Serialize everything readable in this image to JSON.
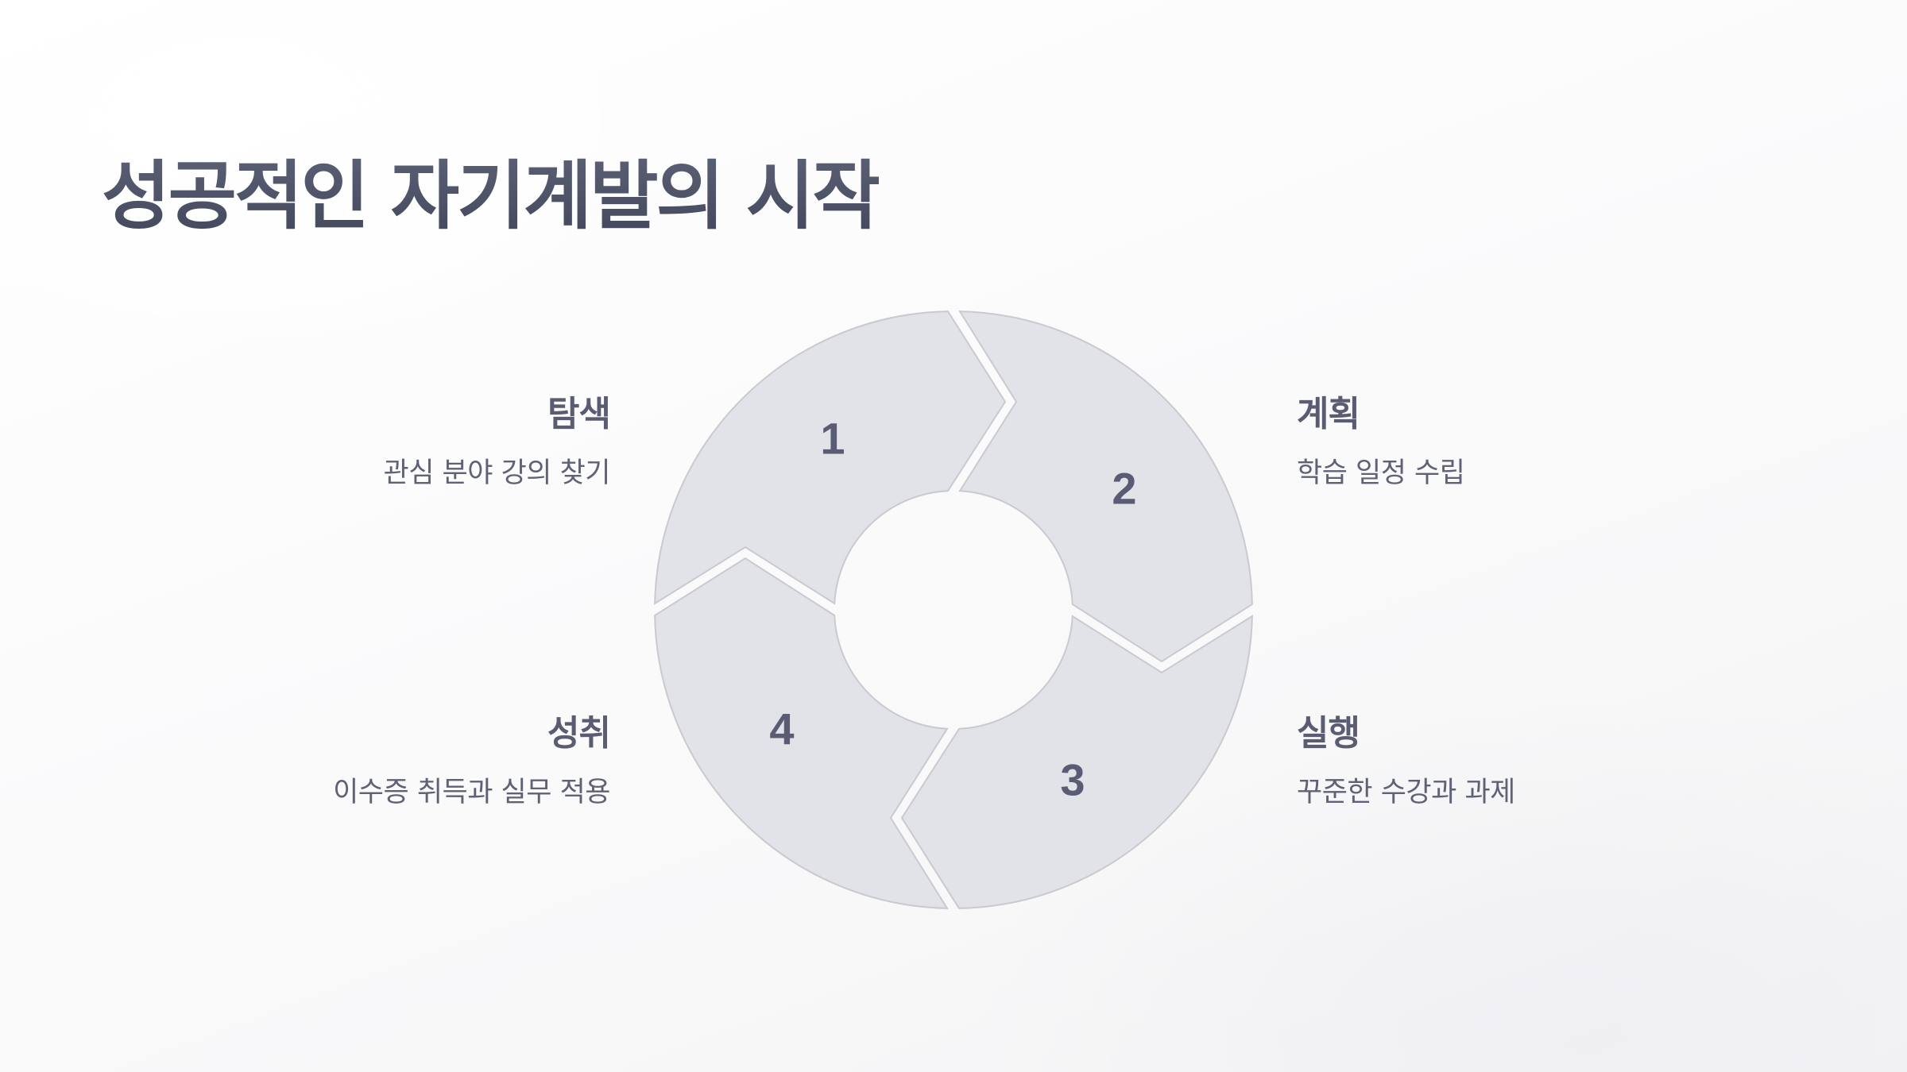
{
  "slide": {
    "title": "성공적인 자기계발의 시작"
  },
  "diagram": {
    "type": "cycle",
    "colors": {
      "segment_fill": "#e2e3e8",
      "segment_stroke": "#c9cad0",
      "number_text": "#595c72",
      "title_text": "#4f5368"
    },
    "segments": [
      {
        "number": "1",
        "title": "탐색",
        "description": "관심 분야 강의 찾기"
      },
      {
        "number": "2",
        "title": "계획",
        "description": "학습 일정 수립"
      },
      {
        "number": "3",
        "title": "실행",
        "description": "꾸준한 수강과 과제"
      },
      {
        "number": "4",
        "title": "성취",
        "description": "이수증 취득과 실무 적용"
      }
    ]
  }
}
